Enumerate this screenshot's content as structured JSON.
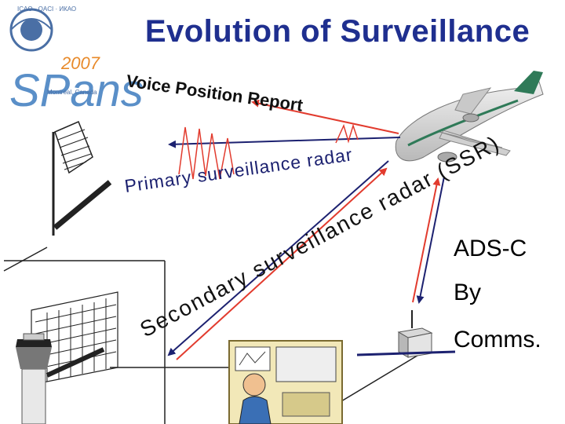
{
  "title": "Evolution of Surveillance",
  "labels": {
    "voice": "Voice Position Report",
    "primary": "Primary surveillance radar",
    "secondary": "Secondary surveillance radar (SSR)",
    "adsc": "ADS-C",
    "by": "By",
    "comms": "Comms."
  },
  "logo": {
    "org_text": "ICAO · OACI · ИКАО",
    "event": "SPans",
    "year": "2007",
    "city": "Montréal, Canada"
  },
  "colors": {
    "title": "#1f2f8f",
    "arrow_red": "#e23b2e",
    "arrow_navy": "#1c2170",
    "wave_red": "#e23b2e"
  },
  "icons": [
    "icao-logo-icon",
    "radar-antenna-icon",
    "ssr-antenna-icon",
    "control-tower-icon",
    "airliner-icon",
    "ground-station-icon",
    "controller-workstation-icon"
  ]
}
